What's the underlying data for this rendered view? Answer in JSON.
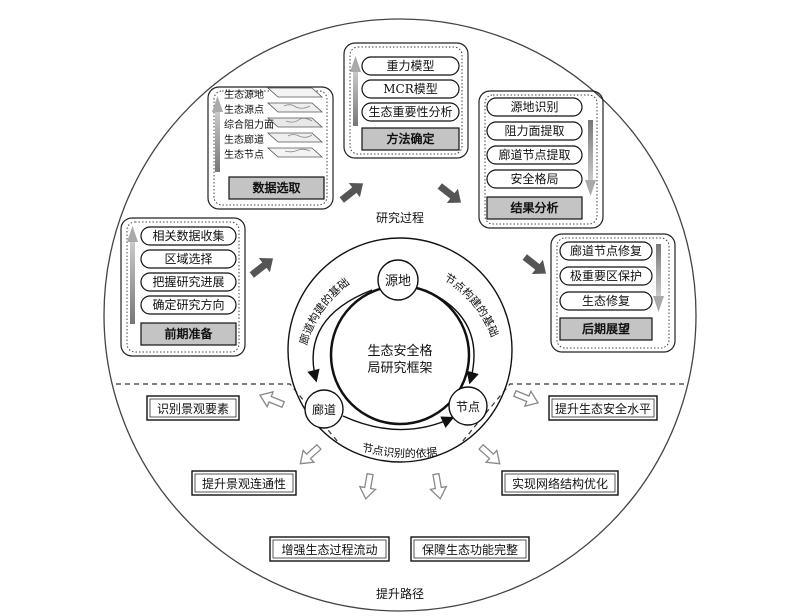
{
  "research_process_label": "研究过程",
  "improvement_path_label": "提升路径",
  "stages": {
    "preparation": {
      "title": "前期准备",
      "items": [
        "相关数据收集",
        "区域选择",
        "把握研究进展",
        "确定研究方向"
      ]
    },
    "data_selection": {
      "title": "数据选取",
      "layers": [
        "生态源地",
        "生态源点",
        "综合阻力面",
        "生态廊道",
        "生态节点"
      ]
    },
    "method": {
      "title": "方法确定",
      "items": [
        "重力模型",
        "MCR模型",
        "生态重要性分析"
      ]
    },
    "results": {
      "title": "结果分析",
      "items": [
        "源地识别",
        "阻力面提取",
        "廊道节点提取",
        "安全格局"
      ]
    },
    "outlook": {
      "title": "后期展望",
      "items": [
        "廊道节点修复",
        "极重要区保护",
        "生态修复"
      ]
    }
  },
  "core": {
    "center_line1": "生态安全格",
    "center_line2": "局研究框架",
    "source": "源地",
    "corridor": "廊道",
    "node": "节点",
    "arc_left": "廊道构建的基础",
    "arc_right": "节点构建的基础",
    "arc_bottom": "节点识别的依据"
  },
  "outcomes": [
    "识别景观要素",
    "提升景观连通性",
    "增强生态过程流动",
    "保障生态功能完整",
    "实现网络结构优化",
    "提升生态安全水平"
  ]
}
